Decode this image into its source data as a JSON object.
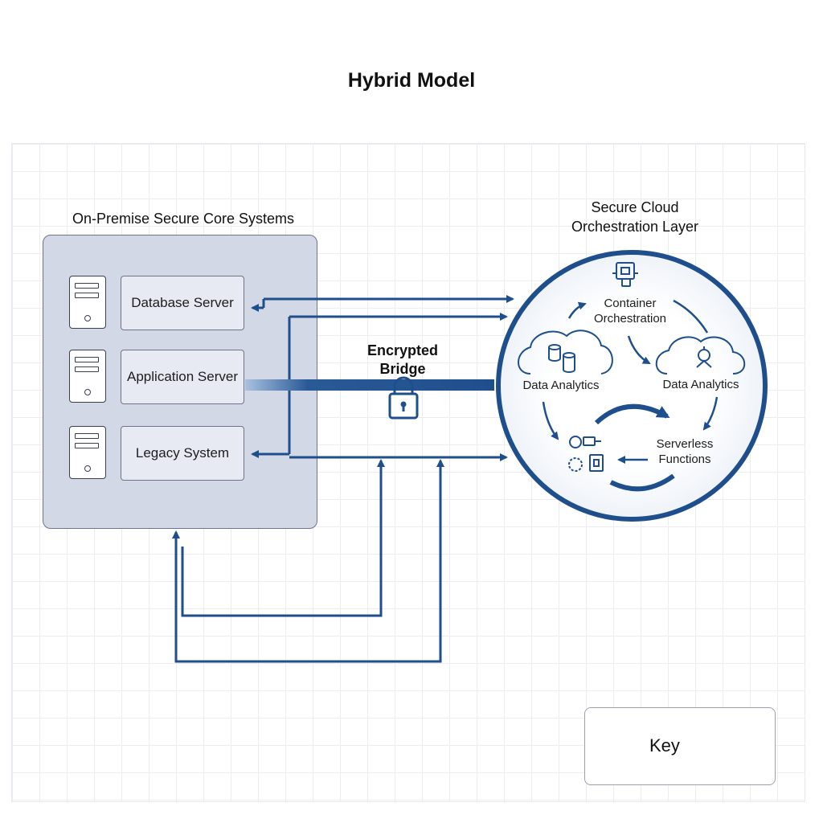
{
  "title": "Hybrid Model",
  "on_premise": {
    "title": "On-Premise Secure Core Systems",
    "servers": [
      {
        "label": "Database Server",
        "icon": "server-tower-icon"
      },
      {
        "label": "Application Server",
        "icon": "server-tower-icon"
      },
      {
        "label": "Legacy System",
        "icon": "server-tower-icon"
      }
    ]
  },
  "bridge": {
    "label_line1": "Encrypted",
    "label_line2": "Bridge",
    "icon": "padlock-icon"
  },
  "cloud": {
    "title_line1": "Secure Cloud",
    "title_line2": "Orchestration Layer",
    "nodes": {
      "container_line1": "Container",
      "container_line2": "Orchestration",
      "analytics_left": "Data Analytics",
      "analytics_right": "Data Analytics",
      "serverless_line1": "Serverless",
      "serverless_line2": "Functions"
    }
  },
  "key": {
    "label": "Key"
  },
  "colors": {
    "accent": "#1f4e8c",
    "panel": "#d3d8e6",
    "text": "#111111"
  }
}
